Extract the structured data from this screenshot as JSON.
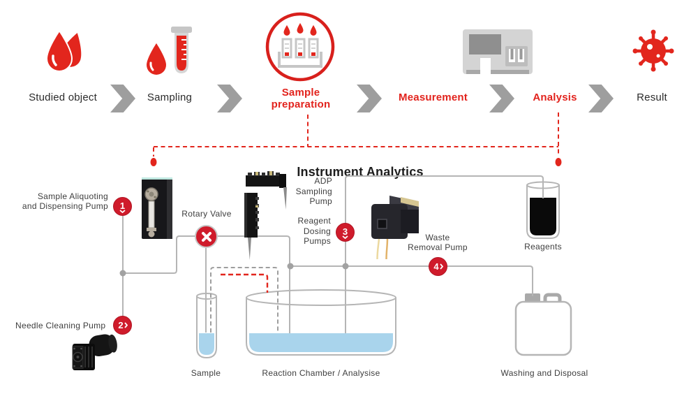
{
  "flow": {
    "steps": [
      {
        "label": "Studied object",
        "emphasis": false
      },
      {
        "label": "Sampling",
        "emphasis": false
      },
      {
        "label": "Sample preparation",
        "emphasis": true
      },
      {
        "label": "Measurement",
        "emphasis": true
      },
      {
        "label": "Analysis",
        "emphasis": true
      },
      {
        "label": "Result",
        "emphasis": false
      }
    ]
  },
  "section": {
    "title": "Instrument Analytics"
  },
  "components": {
    "sample_aliquoting": {
      "line1": "Sample Aliquoting",
      "line2": "and Dispensing Pump",
      "badge": "1",
      "badge_dir": "down"
    },
    "rotary_valve": {
      "label": "Rotary Valve"
    },
    "adp_sampling": {
      "line1": "ADP",
      "line2": "Sampling",
      "line3": "Pump"
    },
    "reagent_dosing": {
      "line1": "Reagent",
      "line2": "Dosing",
      "line3": "Pumps",
      "badge": "3",
      "badge_dir": "down"
    },
    "waste_removal": {
      "line1": "Waste",
      "line2": "Removal Pump",
      "badge": "4",
      "badge_dir": "right"
    },
    "needle_cleaning": {
      "label": "Needle Cleaning Pump",
      "badge": "2",
      "badge_dir": "right"
    },
    "reagents": {
      "label": "Reagents"
    },
    "sample": {
      "label": "Sample"
    },
    "reaction_chamber": {
      "label": "Reaction Chamber / Analysise"
    },
    "washing": {
      "label": "Washing and Disposal"
    }
  },
  "colors": {
    "accent_red": "#e2261d",
    "badge_red": "#cf1b2b",
    "line_gray": "#b5b5b5",
    "text_dark": "#3d3d3d",
    "liquid_blue": "#a9d4ec"
  }
}
